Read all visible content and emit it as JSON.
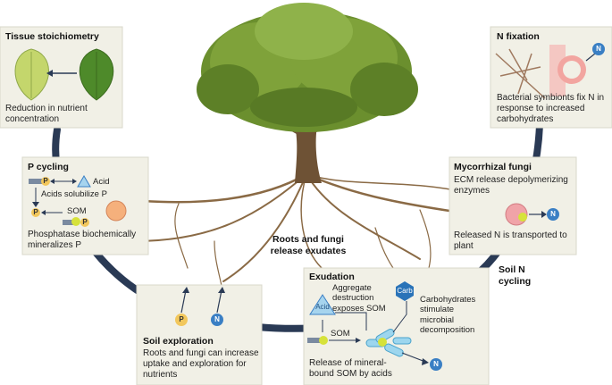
{
  "center_caption": "Roots and fungi release exudates",
  "cycle_label": "Soil N cycling",
  "tissue": {
    "title": "Tissue stoichiometry",
    "caption": "Reduction in nutrient concentration"
  },
  "nfix": {
    "title": "N fixation",
    "caption": "Bacterial symbionts fix N in response to increased carbohydrates",
    "n_symbol": "N"
  },
  "pcycling": {
    "title": "P cycling",
    "p_symbol": "P",
    "acid_label": "Acid",
    "acids_text": "Acids solubilize P",
    "som_label": "SOM",
    "phos_text": "Phosphatase biochemically mineralizes P"
  },
  "myco": {
    "title": "Mycorrhizal fungi",
    "ecm_text": "ECM release depolymerizing enzymes",
    "n_symbol": "N",
    "released_text": "Released N is transported to plant"
  },
  "soilexp": {
    "title": "Soil exploration",
    "caption": "Roots and fungi can increase uptake and exploration for nutrients",
    "p_symbol": "P",
    "n_symbol": "N"
  },
  "exudation": {
    "title": "Exudation",
    "aggregate_text": "Aggregate destruction exposes SOM",
    "acid_label": "Acid",
    "som_label": "SOM",
    "carb_label": "Carb",
    "carb_text": "Carbohydrates stimulate microbial decomposition",
    "release_text": "Release of mineral-bound SOM by acids",
    "n_symbol": "N"
  }
}
